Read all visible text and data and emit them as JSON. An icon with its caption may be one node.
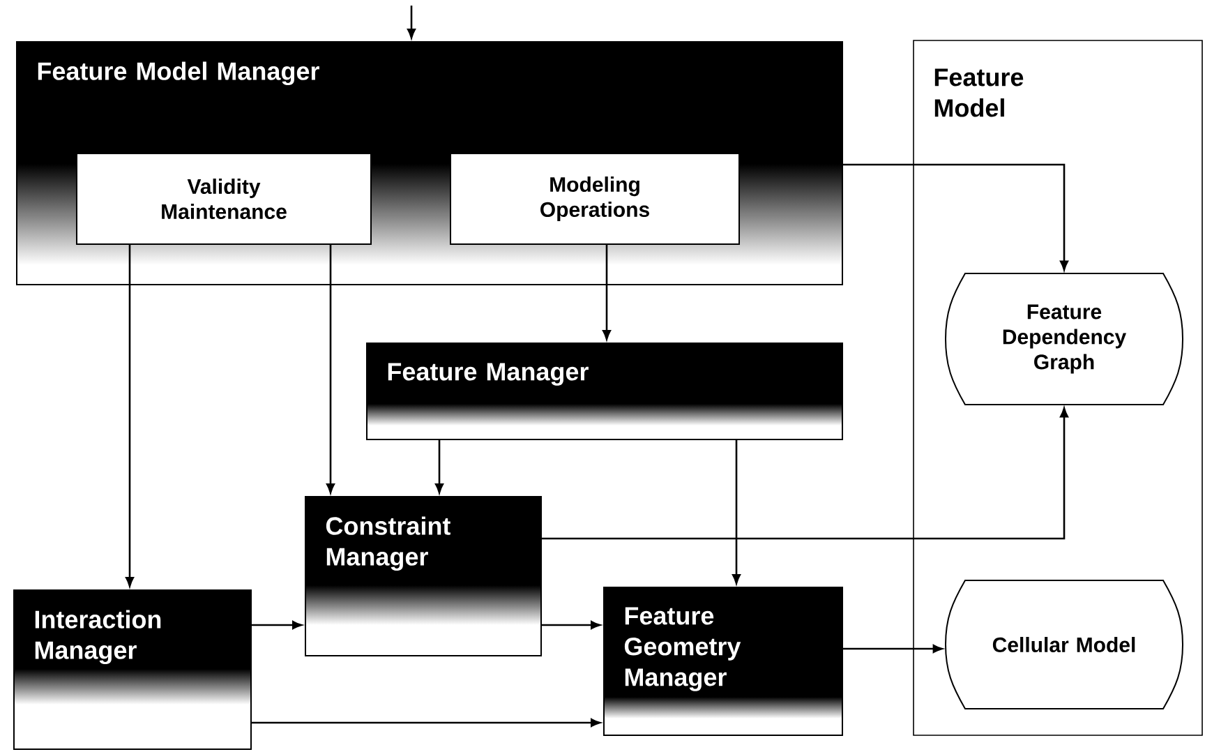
{
  "diagram": {
    "nodes": [
      {
        "text": [
          "Feature Model Manager"
        ]
      },
      {
        "text": [
          "Validity Maintenance"
        ],
        "in": 0
      },
      {
        "text": [
          "Modeling Operations"
        ],
        "in": 0
      },
      {
        "text": [
          "Feature Model"
        ]
      },
      {
        "text": [
          "Feature Dependency Graph"
        ],
        "in": 3
      },
      {
        "text": [
          "Cellular Model"
        ],
        "in": 3
      },
      {
        "text": [
          "Feature Manager"
        ]
      },
      {
        "text": [
          "Constraint Manager"
        ]
      },
      {
        "text": [
          "Interaction Manager"
        ]
      },
      {
        "text": [
          "Feature Geometry Manager"
        ]
      }
    ],
    "edges": [
      {
        "from": null,
        "to": 0,
        "arrow": "to"
      },
      {
        "from": 0,
        "to": 4,
        "arrow": "to"
      },
      {
        "from": 1,
        "to": 8,
        "arrow": "to"
      },
      {
        "from": 1,
        "to": 7,
        "arrow": "to"
      },
      {
        "from": 2,
        "to": 6,
        "arrow": "to"
      },
      {
        "from": 6,
        "to": 7,
        "arrow": "to"
      },
      {
        "from": 6,
        "to": 9,
        "arrow": "to"
      },
      {
        "from": 7,
        "to": 4,
        "arrow": "to"
      },
      {
        "from": 8,
        "to": 7,
        "arrow": "to"
      },
      {
        "from": 7,
        "to": 9,
        "arrow": "to"
      },
      {
        "from": 8,
        "to": 9,
        "arrow": "to"
      },
      {
        "from": 9,
        "to": 5,
        "arrow": "to"
      }
    ]
  }
}
